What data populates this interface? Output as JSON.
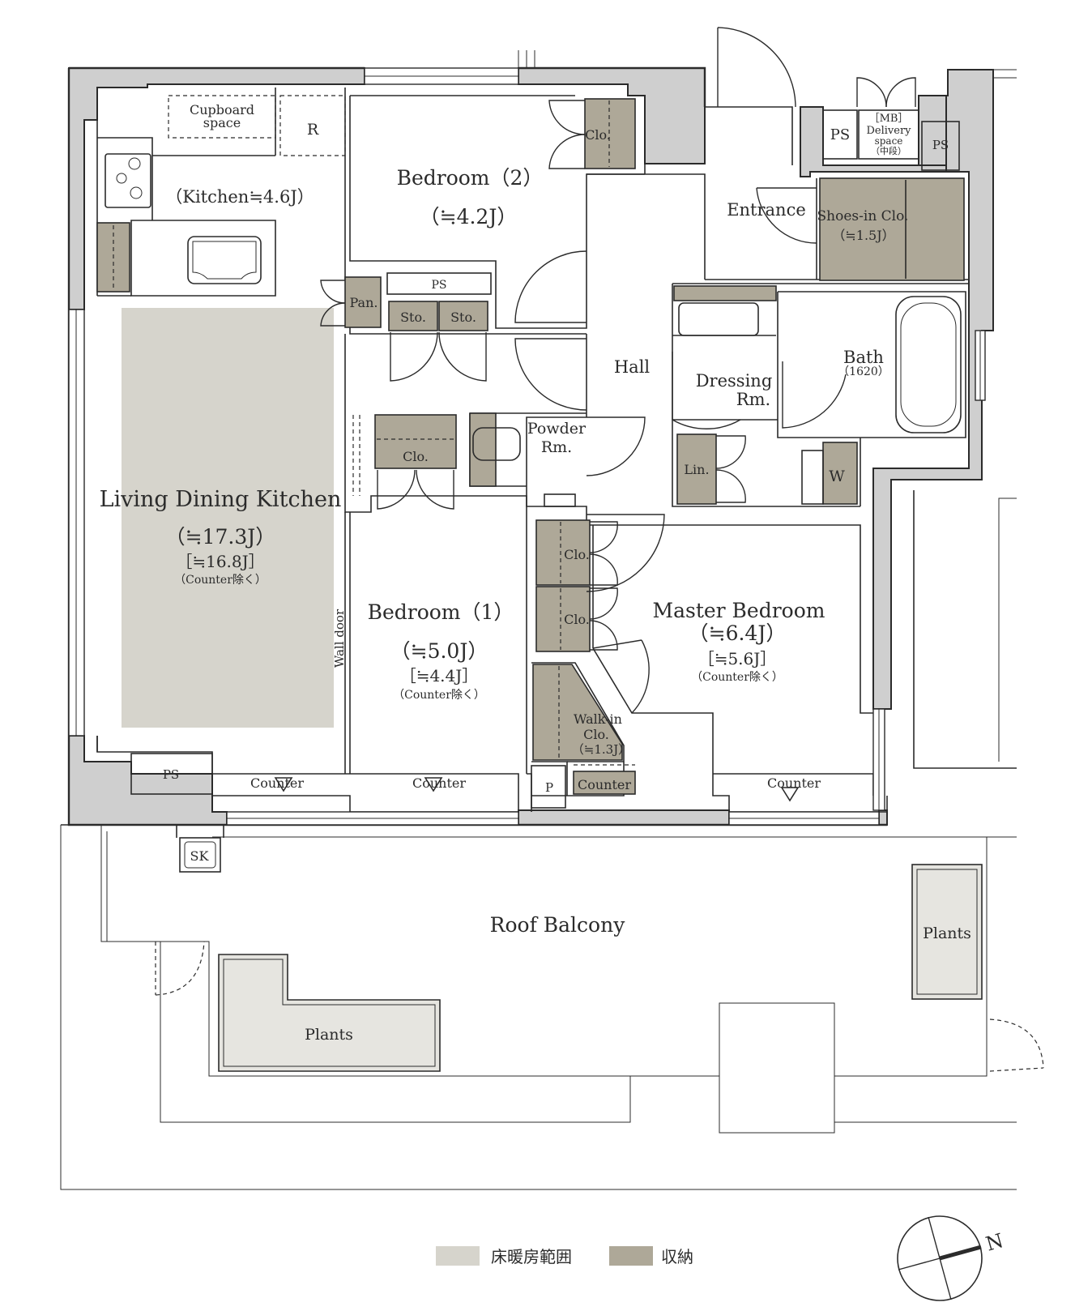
{
  "rooms": {
    "ldk": {
      "name": "Living Dining Kitchen",
      "area": "（≒17.3J）",
      "area_excl": "［≒16.8J］",
      "note": "（Counter除く）"
    },
    "kitchen": {
      "label": "（Kitchen≒4.6J）"
    },
    "cupboard": {
      "line1": "Cupboard",
      "line2": "space"
    },
    "fridge": {
      "label": "R"
    },
    "bedroom2": {
      "name": "Bedroom（2）",
      "area": "（≒4.2J）"
    },
    "bedroom1": {
      "name": "Bedroom（1）",
      "area": "（≒5.0J）",
      "area_excl": "［≒4.4J］",
      "note": "（Counter除く）"
    },
    "master": {
      "name": "Master Bedroom",
      "area": "（≒6.4J）",
      "area_excl": "［≒5.6J］",
      "note": "（Counter除く）"
    },
    "entrance": {
      "name": "Entrance"
    },
    "shoes": {
      "name": "Shoes-in Clo.",
      "area": "（≒1.5J）"
    },
    "hall": {
      "name": "Hall"
    },
    "dressing": {
      "line1": "Dressing",
      "line2": "Rm."
    },
    "bath": {
      "name": "Bath",
      "size": "（1620）"
    },
    "powder": {
      "line1": "Powder",
      "line2": "Rm."
    },
    "walkin": {
      "line1": "Walk-in",
      "line2": "Clo.",
      "area": "（≒1.3J）"
    },
    "roof_balcony": {
      "name": "Roof Balcony"
    }
  },
  "fixtures": {
    "clo": "Clo.",
    "pan": "Pan.",
    "sto": "Sto.",
    "ps": "PS",
    "lin": "Lin.",
    "w": "W",
    "p": "P",
    "sk": "SK",
    "mb_line1": "［MB］",
    "mb_line2": "Delivery",
    "mb_line3": "space",
    "mb_line4": "（中段）",
    "counter": "Counter",
    "wall_door": "Wall door",
    "plants": "Plants"
  },
  "legend": {
    "floor_heating": "床暖房範囲",
    "storage": "収納"
  },
  "compass": {
    "north": "N"
  },
  "colors": {
    "storage": "#aea898",
    "floor_heating": "#d6d4cc",
    "wall": "#cfcfcf",
    "plants": "#e6e5e0",
    "line": "#2b2b2b"
  }
}
